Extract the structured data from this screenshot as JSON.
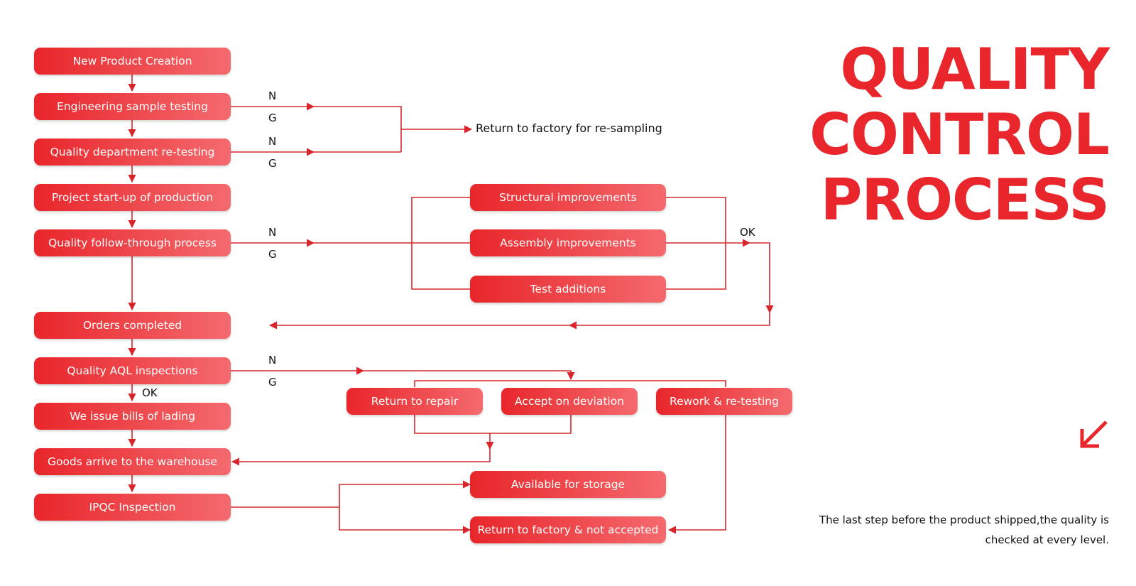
{
  "title_lines": [
    "QUALITY",
    "CONTROL",
    "PROCESS"
  ],
  "footnote": "The last step before the product shipped,the quality is checked at every level.",
  "colors": {
    "accent": "#e8262b",
    "line": "#d9262c"
  },
  "icons": {
    "corner": "arrow-down-left-icon"
  },
  "steps": [
    "New Product Creation",
    "Engineering sample testing",
    "Quality department re-testing",
    "Project start-up of production",
    "Quality follow-through process",
    "Orders completed",
    "Quality AQL inspections",
    "We issue bills of lading",
    "Goods arrive to the warehouse",
    "IPQC Inspection"
  ],
  "improvements": [
    "Structural improvements",
    "Assembly improvements",
    "Test additions"
  ],
  "aql_outcomes": [
    "Return to repair",
    "Accept on deviation",
    "Rework & re-testing"
  ],
  "ipqc_outcomes": [
    "Available for storage",
    "Return to factory & not accepted"
  ],
  "resampling_text": "Return to factory for re-sampling",
  "labels": {
    "n": "N",
    "g": "G",
    "ok": "OK"
  }
}
